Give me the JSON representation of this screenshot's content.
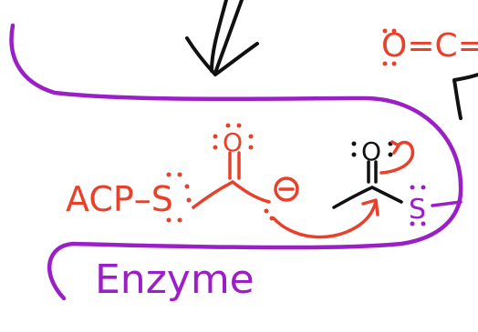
{
  "labels": {
    "acp_s": "ACP–S",
    "enzyme": "Enzyme",
    "o_eq_c": "O=C="
  },
  "colors": {
    "red": "#e8402a",
    "purple": "#9b1fc7",
    "black": "#111111"
  }
}
